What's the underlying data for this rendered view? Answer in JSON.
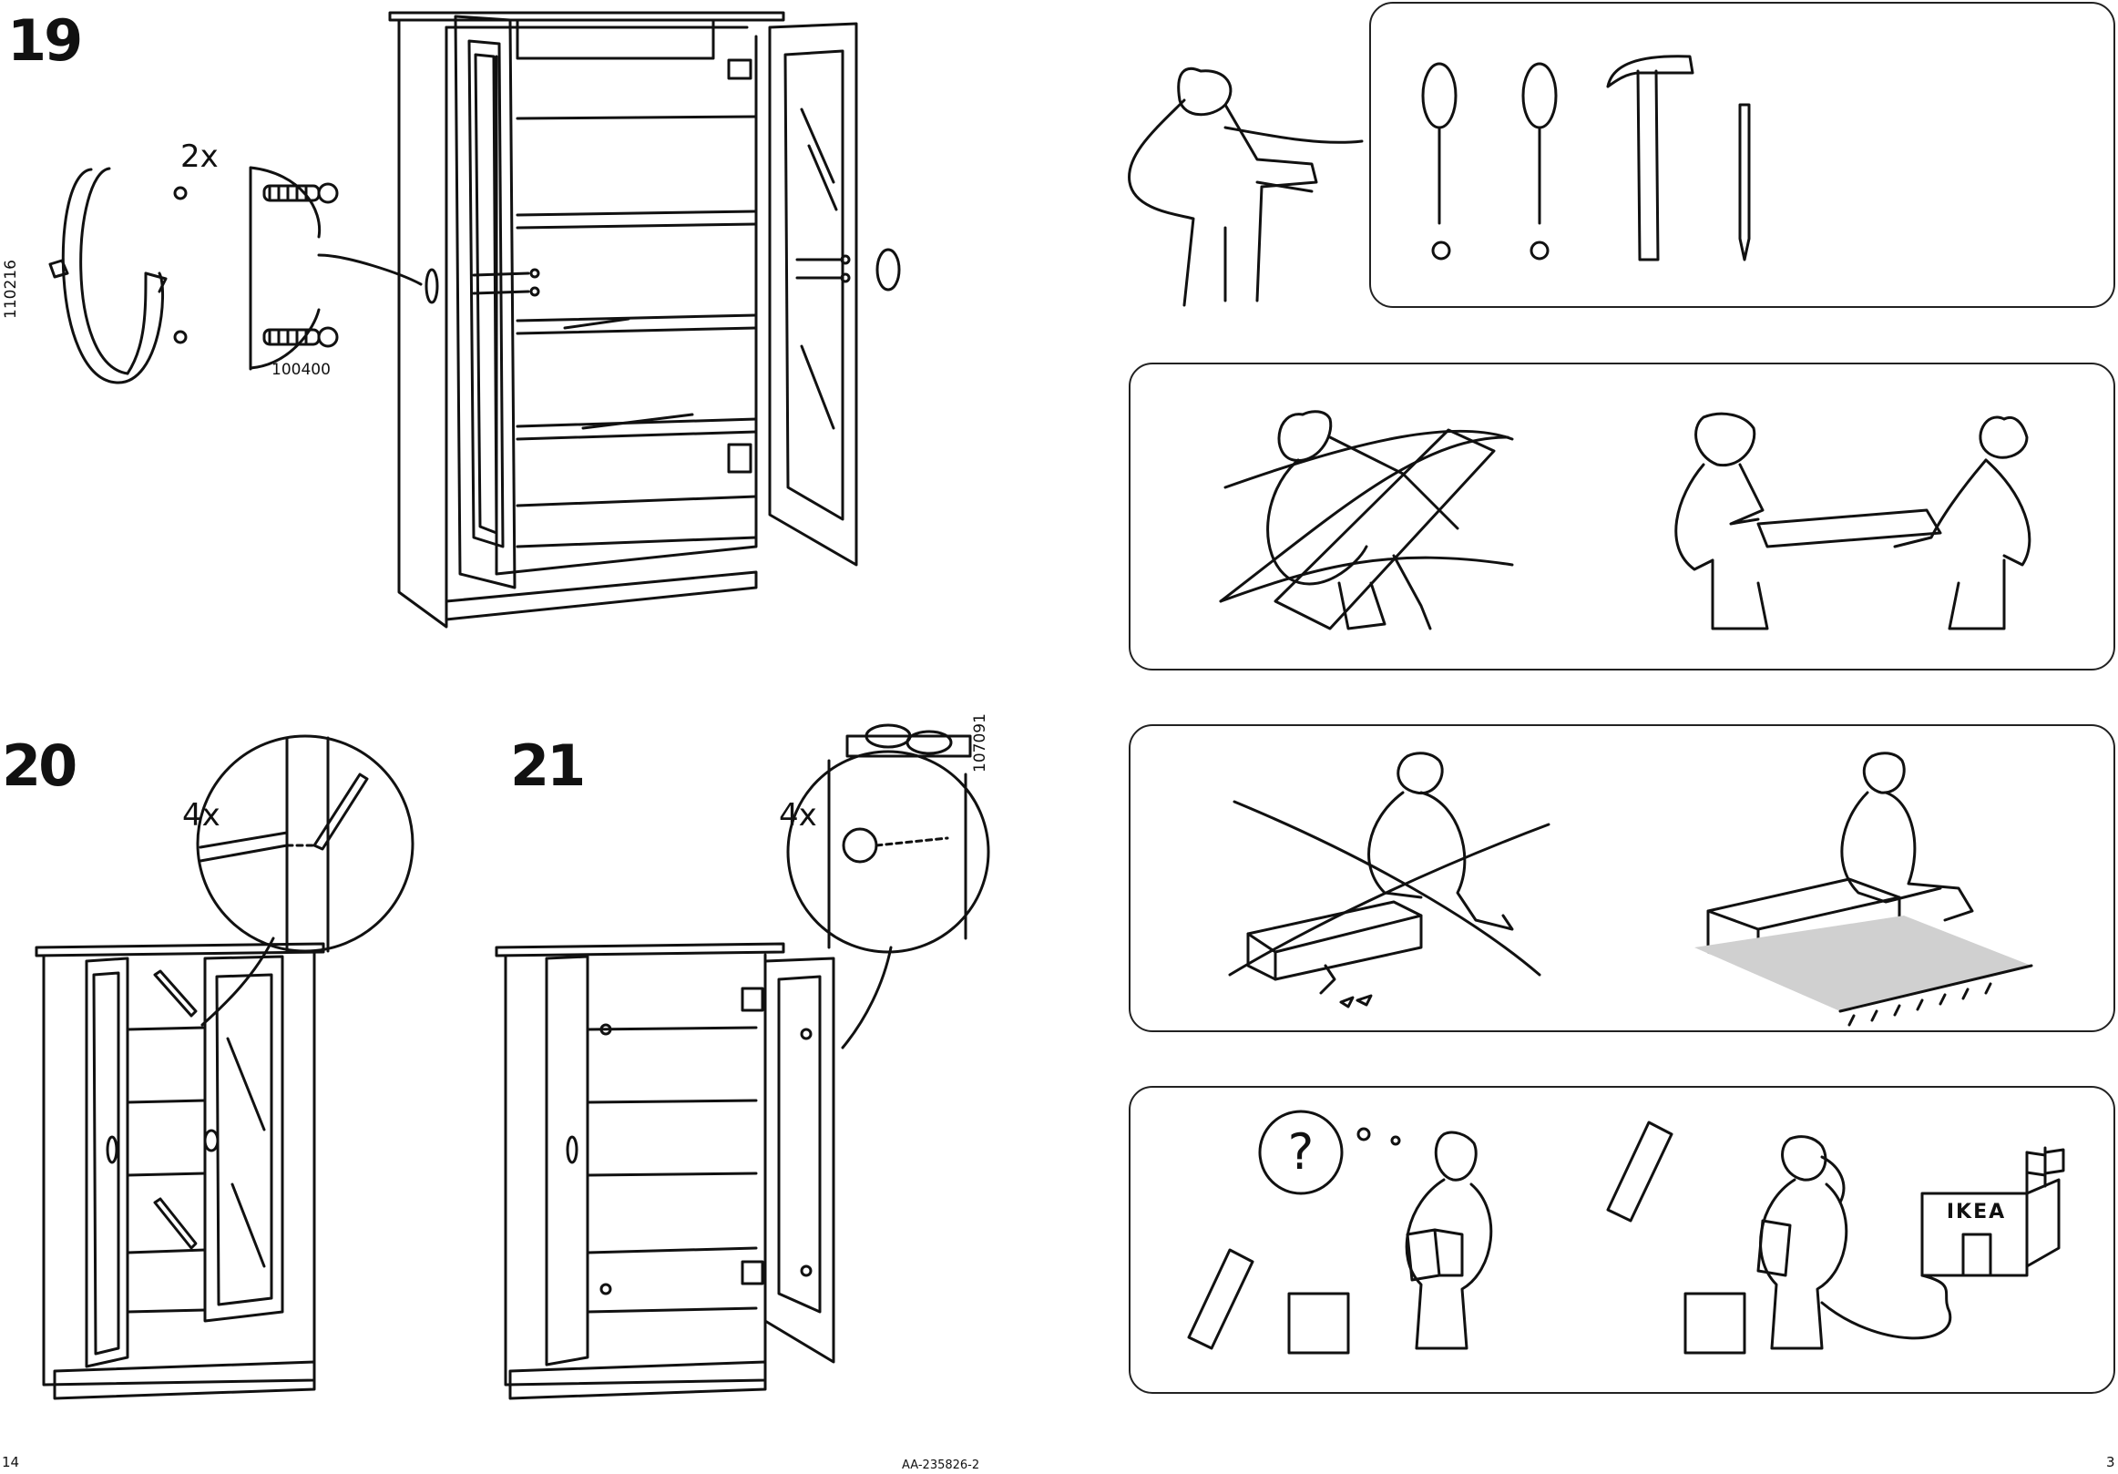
{
  "page": {
    "left_page_number": "14",
    "doc_code": "AA-235826-2",
    "right_page_number": "3"
  },
  "steps": [
    {
      "number": "19",
      "quantity": "2x",
      "part_knob": "110216",
      "part_screw": "100400"
    },
    {
      "number": "20",
      "quantity": "4x"
    },
    {
      "number": "21",
      "quantity": "4x",
      "part_bumper": "107091"
    }
  ],
  "tips": {
    "logo_text": "IKEA"
  },
  "icons": [
    "flat-screwdriver-icon",
    "phillips-screwdriver-icon",
    "hammer-icon",
    "pencil-icon",
    "question-mark-icon"
  ],
  "colors": {
    "ink": "#111111",
    "background": "#ffffff",
    "carpet": "#d0d0d0"
  }
}
